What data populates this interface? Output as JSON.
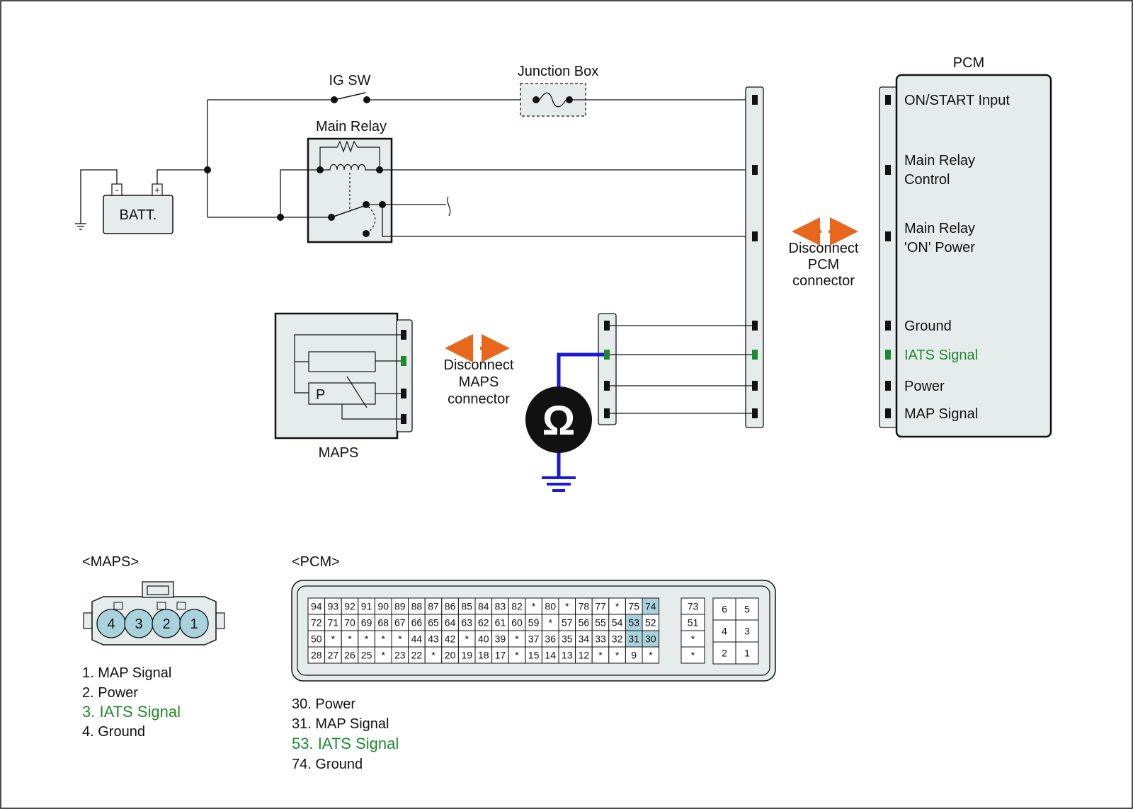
{
  "labels": {
    "ig_sw": "IG SW",
    "junction_box": "Junction Box",
    "main_relay": "Main Relay",
    "batt": "BATT.",
    "batt_minus": "-",
    "batt_plus": "+",
    "maps": "MAPS",
    "maps_p": "P",
    "pcm": "PCM",
    "disconnect_maps": [
      "Disconnect",
      "MAPS",
      "connector"
    ],
    "disconnect_pcm": [
      "Disconnect",
      "PCM",
      "connector"
    ],
    "ohm": "Ω"
  },
  "pcm_pins": {
    "on_start": "ON/START Input",
    "main_relay_control": [
      "Main Relay",
      "Control"
    ],
    "main_relay_on_power": [
      "Main Relay",
      "'ON' Power"
    ],
    "ground": "Ground",
    "iats_signal": "IATS Signal",
    "power": "Power",
    "map_signal": "MAP Signal"
  },
  "maps_connector": {
    "title": "<MAPS>",
    "pins": [
      "4",
      "3",
      "2",
      "1"
    ],
    "legend": [
      {
        "text": "1. MAP Signal",
        "highlight": false
      },
      {
        "text": "2. Power",
        "highlight": false
      },
      {
        "text": "3. IATS Signal",
        "highlight": true
      },
      {
        "text": "4. Ground",
        "highlight": false
      }
    ]
  },
  "pcm_connector": {
    "title": "<PCM>",
    "rows": [
      [
        "94",
        "93",
        "92",
        "91",
        "90",
        "89",
        "88",
        "87",
        "86",
        "85",
        "84",
        "83",
        "82",
        "*",
        "80",
        "*",
        "78",
        "77",
        "*",
        "75",
        "74"
      ],
      [
        "72",
        "71",
        "70",
        "69",
        "68",
        "67",
        "66",
        "65",
        "64",
        "63",
        "62",
        "61",
        "60",
        "59",
        "*",
        "57",
        "56",
        "55",
        "54",
        "53",
        "52"
      ],
      [
        "50",
        "*",
        "*",
        "*",
        "*",
        "*",
        "44",
        "43",
        "42",
        "*",
        "40",
        "39",
        "*",
        "37",
        "36",
        "35",
        "34",
        "33",
        "32",
        "31",
        "30"
      ],
      [
        "28",
        "27",
        "26",
        "25",
        "*",
        "23",
        "22",
        "*",
        "20",
        "19",
        "18",
        "17",
        "*",
        "15",
        "14",
        "13",
        "12",
        "*",
        "*",
        "9",
        "*"
      ]
    ],
    "side_column": [
      "73",
      "51",
      "*",
      "*"
    ],
    "block": [
      [
        "6",
        "5"
      ],
      [
        "4",
        "3"
      ],
      [
        "2",
        "1"
      ]
    ],
    "highlighted": [
      "74",
      "53",
      "31",
      "30"
    ],
    "legend": [
      {
        "text": "30. Power",
        "highlight": false
      },
      {
        "text": "31. MAP Signal",
        "highlight": false
      },
      {
        "text": "53. IATS Signal",
        "highlight": true
      },
      {
        "text": "74. Ground",
        "highlight": false
      }
    ]
  },
  "colors": {
    "line": "#111111",
    "fill": "#e6ecec",
    "iats_green": "#1e8a2e",
    "meter_blue": "#1a1ad8",
    "arrow_orange": "#e8671c",
    "highlight_cell": "#a9d3dc"
  }
}
